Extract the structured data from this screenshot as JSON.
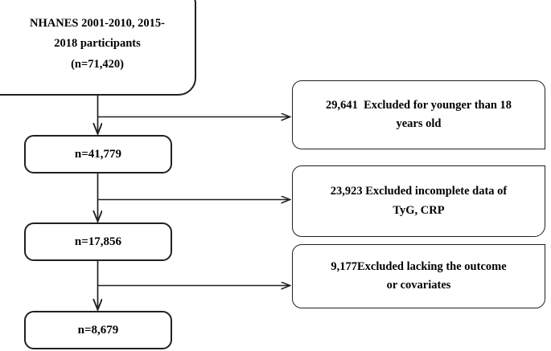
{
  "figure": {
    "type": "participant-selection-flowchart",
    "stroke_color": "#231f20",
    "background_color": "#ffffff"
  },
  "nodes": {
    "source": {
      "lines": [
        "NHANES 2001-2010, 2015-",
        "2018 participants",
        "(n=71,420)"
      ],
      "n": "71,420"
    },
    "counts": [
      {
        "label": "n=41,779",
        "n": "41,779"
      },
      {
        "label": "n=17,856",
        "n": "17,856"
      },
      {
        "label": "n=8,679",
        "n": "8,679"
      }
    ],
    "exclusions": [
      {
        "lines": [
          "29,641  Excluded for younger than 18",
          "years old"
        ],
        "n": "29,641",
        "reason": "Excluded for younger than 18 years old"
      },
      {
        "lines": [
          "23,923 Excluded incomplete data of",
          "TyG, CRP"
        ],
        "n": "23,923",
        "reason": "Excluded incomplete data of TyG, CRP"
      },
      {
        "lines": [
          "9,177Excluded lacking the outcome",
          "or covariates"
        ],
        "n": "9,177",
        "reason": "Excluded lacking the outcome or covariates"
      }
    ]
  }
}
